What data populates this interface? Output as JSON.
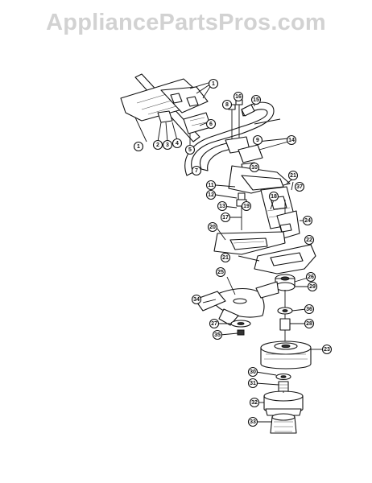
{
  "watermark": "AppliancePartsPros.com",
  "callouts": [
    {
      "id": "c1a",
      "label": "1"
    },
    {
      "id": "c1b",
      "label": "1"
    },
    {
      "id": "c2",
      "label": "2"
    },
    {
      "id": "c3",
      "label": "3"
    },
    {
      "id": "c4",
      "label": "4"
    },
    {
      "id": "c5",
      "label": "5"
    },
    {
      "id": "c6",
      "label": "6"
    },
    {
      "id": "c7",
      "label": "7"
    },
    {
      "id": "c8",
      "label": "8"
    },
    {
      "id": "c9",
      "label": "9"
    },
    {
      "id": "c10",
      "label": "10"
    },
    {
      "id": "c11",
      "label": "11"
    },
    {
      "id": "c12",
      "label": "12"
    },
    {
      "id": "c13",
      "label": "13"
    },
    {
      "id": "c14",
      "label": "14"
    },
    {
      "id": "c15",
      "label": "15"
    },
    {
      "id": "c16",
      "label": "16"
    },
    {
      "id": "c17",
      "label": "17"
    },
    {
      "id": "c18",
      "label": "18"
    },
    {
      "id": "c19",
      "label": "19"
    },
    {
      "id": "c20",
      "label": "20"
    },
    {
      "id": "c21a",
      "label": "21"
    },
    {
      "id": "c21b",
      "label": "21"
    },
    {
      "id": "c22",
      "label": "22"
    },
    {
      "id": "c23",
      "label": "23"
    },
    {
      "id": "c24",
      "label": "24"
    },
    {
      "id": "c25",
      "label": "25"
    },
    {
      "id": "c26",
      "label": "26"
    },
    {
      "id": "c27",
      "label": "27"
    },
    {
      "id": "c28",
      "label": "28"
    },
    {
      "id": "c29",
      "label": "29"
    },
    {
      "id": "c30",
      "label": "30"
    },
    {
      "id": "c31",
      "label": "31"
    },
    {
      "id": "c32",
      "label": "32"
    },
    {
      "id": "c33",
      "label": "33"
    },
    {
      "id": "c34",
      "label": "34"
    },
    {
      "id": "c35",
      "label": "35"
    },
    {
      "id": "c36",
      "label": "36"
    },
    {
      "id": "c37",
      "label": "37"
    }
  ]
}
